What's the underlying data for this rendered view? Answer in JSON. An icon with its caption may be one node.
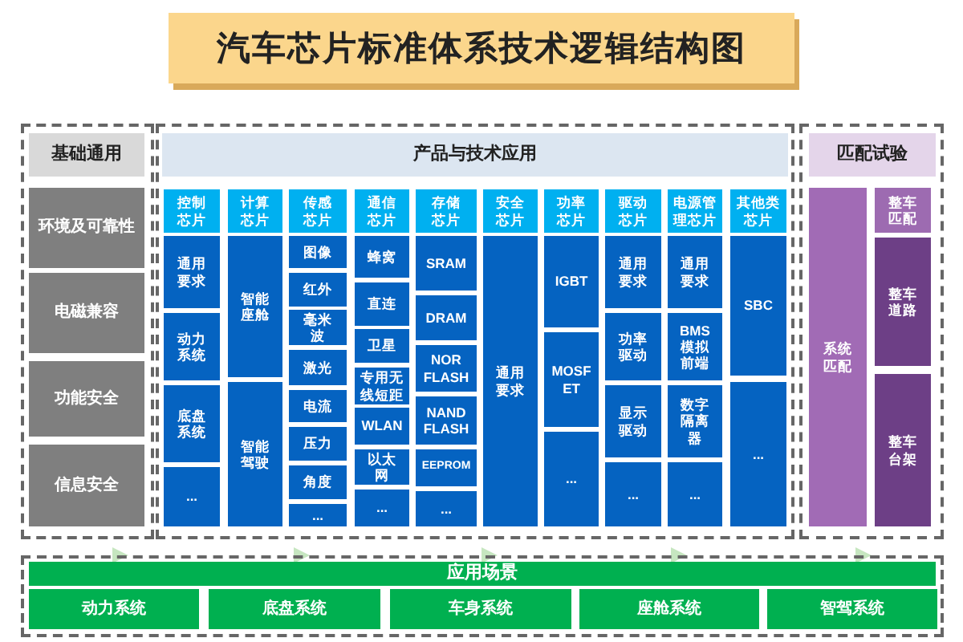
{
  "diagram": {
    "title": "汽车芯片标准体系技术逻辑结构图",
    "nodes": [
      {
        "text": [
          "基础通用"
        ]
      },
      {
        "text": [
          "环境及可靠性"
        ],
        "in": 0
      },
      {
        "text": [
          "电磁兼容"
        ],
        "in": 0
      },
      {
        "text": [
          "功能安全"
        ],
        "in": 0
      },
      {
        "text": [
          "信息安全"
        ],
        "in": 0
      },
      {
        "text": [
          "产品与技术应用"
        ]
      },
      {
        "text": [
          "控制芯片"
        ],
        "in": 5
      },
      {
        "text": [
          "通用要求"
        ],
        "in": 5
      },
      {
        "text": [
          "动力系统"
        ],
        "in": 5
      },
      {
        "text": [
          "底盘系统"
        ],
        "in": 5
      },
      {
        "text": [
          "..."
        ],
        "in": 5
      },
      {
        "text": [
          "计算芯片"
        ],
        "in": 5
      },
      {
        "text": [
          "智能座舱"
        ],
        "in": 5
      },
      {
        "text": [
          "智能驾驶"
        ],
        "in": 5
      },
      {
        "text": [
          "传感芯片"
        ],
        "in": 5
      },
      {
        "text": [
          "图像"
        ],
        "in": 5
      },
      {
        "text": [
          "红外"
        ],
        "in": 5
      },
      {
        "text": [
          "毫米波"
        ],
        "in": 5
      },
      {
        "text": [
          "激光"
        ],
        "in": 5
      },
      {
        "text": [
          "电流"
        ],
        "in": 5
      },
      {
        "text": [
          "压力"
        ],
        "in": 5
      },
      {
        "text": [
          "角度"
        ],
        "in": 5
      },
      {
        "text": [
          "..."
        ],
        "in": 5
      },
      {
        "text": [
          "通信芯片"
        ],
        "in": 5
      },
      {
        "text": [
          "蜂窝"
        ],
        "in": 5
      },
      {
        "text": [
          "直连"
        ],
        "in": 5
      },
      {
        "text": [
          "卫星"
        ],
        "in": 5
      },
      {
        "text": [
          "专用无线短距"
        ],
        "in": 5
      },
      {
        "text": [
          "WLAN"
        ],
        "in": 5
      },
      {
        "text": [
          "以太网"
        ],
        "in": 5
      },
      {
        "text": [
          "..."
        ],
        "in": 5
      },
      {
        "text": [
          "存储芯片"
        ],
        "in": 5
      },
      {
        "text": [
          "SRAM"
        ],
        "in": 5
      },
      {
        "text": [
          "DRAM"
        ],
        "in": 5
      },
      {
        "text": [
          "NOR FLASH"
        ],
        "in": 5
      },
      {
        "text": [
          "NAND FLASH"
        ],
        "in": 5
      },
      {
        "text": [
          "EEPROM"
        ],
        "in": 5
      },
      {
        "text": [
          "..."
        ],
        "in": 5
      },
      {
        "text": [
          "安全芯片"
        ],
        "in": 5
      },
      {
        "text": [
          "通用要求"
        ],
        "in": 5
      },
      {
        "text": [
          "功率芯片"
        ],
        "in": 5
      },
      {
        "text": [
          "IGBT"
        ],
        "in": 5
      },
      {
        "text": [
          "MOSFET"
        ],
        "in": 5
      },
      {
        "text": [
          "..."
        ],
        "in": 5
      },
      {
        "text": [
          "驱动芯片"
        ],
        "in": 5
      },
      {
        "text": [
          "通用要求"
        ],
        "in": 5
      },
      {
        "text": [
          "功率驱动"
        ],
        "in": 5
      },
      {
        "text": [
          "显示驱动"
        ],
        "in": 5
      },
      {
        "text": [
          "..."
        ],
        "in": 5
      },
      {
        "text": [
          "电源管理芯片"
        ],
        "in": 5
      },
      {
        "text": [
          "通用要求"
        ],
        "in": 5
      },
      {
        "text": [
          "BMS模拟前端"
        ],
        "in": 5
      },
      {
        "text": [
          "数字隔离器"
        ],
        "in": 5
      },
      {
        "text": [
          "..."
        ],
        "in": 5
      },
      {
        "text": [
          "其他类芯片"
        ],
        "in": 5
      },
      {
        "text": [
          "SBC"
        ],
        "in": 5
      },
      {
        "text": [
          "..."
        ],
        "in": 5
      },
      {
        "text": [
          "匹配试验"
        ]
      },
      {
        "text": [
          "系统匹配"
        ],
        "in": 57
      },
      {
        "text": [
          "整车匹配"
        ],
        "in": 57
      },
      {
        "text": [
          "整车道路"
        ],
        "in": 57
      },
      {
        "text": [
          "整车台架"
        ],
        "in": 57
      },
      {
        "text": [
          "应用场景"
        ]
      },
      {
        "text": [
          "动力系统"
        ],
        "in": 62
      },
      {
        "text": [
          "底盘系统"
        ],
        "in": 62
      },
      {
        "text": [
          "车身系统"
        ],
        "in": 62
      },
      {
        "text": [
          "座舱系统"
        ],
        "in": 62
      },
      {
        "text": [
          "智驾系统"
        ],
        "in": 62
      }
    ],
    "edges": [
      {
        "from": 62,
        "to": 0,
        "arrow": "to"
      },
      {
        "from": 62,
        "to": 5,
        "arrow": "to"
      },
      {
        "from": 62,
        "to": 5,
        "arrow": "to"
      },
      {
        "from": 62,
        "to": 5,
        "arrow": "to"
      },
      {
        "from": 62,
        "to": 57,
        "arrow": "to"
      }
    ]
  }
}
